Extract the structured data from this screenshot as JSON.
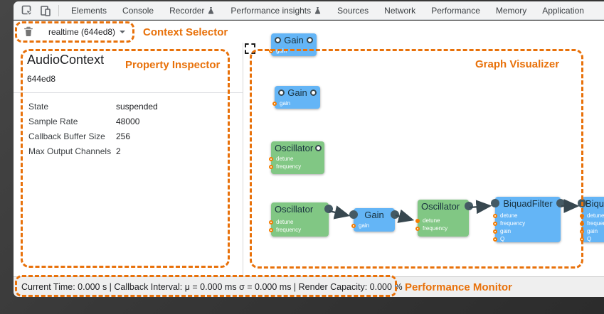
{
  "devtools": {
    "tabs": [
      {
        "label": "Elements"
      },
      {
        "label": "Console"
      },
      {
        "label": "Recorder",
        "flask": true
      },
      {
        "label": "Performance insights",
        "flask": true
      },
      {
        "label": "Sources"
      },
      {
        "label": "Network"
      },
      {
        "label": "Performance"
      },
      {
        "label": "Memory"
      },
      {
        "label": "Application"
      }
    ],
    "context_selector": {
      "value": "realtime (644ed8)"
    },
    "inspector": {
      "title": "AudioContext",
      "context_id": "644ed8",
      "properties": [
        {
          "label": "State",
          "value": "suspended"
        },
        {
          "label": "Sample Rate",
          "value": "48000"
        },
        {
          "label": "Callback Buffer Size",
          "value": "256"
        },
        {
          "label": "Max Output Channels",
          "value": "2"
        }
      ]
    },
    "graph": {
      "nodes": [
        {
          "title": "Gain",
          "ports": [
            {
              "label": "gain"
            }
          ]
        },
        {
          "title": "Gain",
          "ports": [
            {
              "label": "gain"
            }
          ]
        },
        {
          "title": "Oscillator",
          "ports": [
            {
              "label": "detune"
            },
            {
              "label": "frequency"
            }
          ]
        },
        {
          "title": "Oscillator",
          "ports": [
            {
              "label": "detune"
            },
            {
              "label": "frequency"
            }
          ]
        },
        {
          "title": "Gain",
          "ports": [
            {
              "label": "gain"
            }
          ]
        },
        {
          "title": "Oscillator",
          "ports": [
            {
              "label": "detune"
            },
            {
              "label": "frequency"
            }
          ]
        },
        {
          "title": "BiquadFilter",
          "ports": [
            {
              "label": "detune"
            },
            {
              "label": "frequency"
            },
            {
              "label": "gain"
            },
            {
              "label": "Q"
            }
          ]
        },
        {
          "title": "BiquadFilter",
          "ports": [
            {
              "label": "detune"
            },
            {
              "label": "frequency"
            },
            {
              "label": "gain"
            },
            {
              "label": "Q"
            }
          ]
        }
      ],
      "colors": {
        "gain_node": "#64b5f6",
        "oscillator_node": "#81c784",
        "param_port": "#f57c00",
        "edge": "#37474f"
      }
    },
    "status_bar": {
      "text": "Current Time: 0.000 s | Callback Interval: μ = 0.000 ms σ = 0.000 ms | Render Capacity: 0.000 %"
    }
  },
  "annotations": {
    "color": "#e8710a",
    "context_selector": "Context Selector",
    "property_inspector": "Property Inspector",
    "graph_visualizer": "Graph Visualizer",
    "performance_monitor": "Performance Monitor"
  }
}
